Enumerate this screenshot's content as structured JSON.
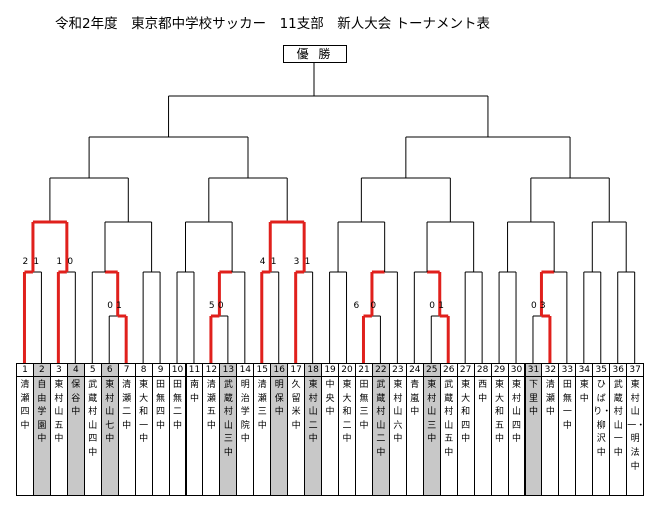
{
  "title": "令和2年度　東京都中学校サッカー　11支部　新人大会 トーナメント表",
  "champion_label": "優 勝",
  "teams": [
    {
      "no": "1",
      "name": "清瀬四中",
      "shaded": false
    },
    {
      "no": "2",
      "name": "自由学園中",
      "shaded": true
    },
    {
      "no": "3",
      "name": "東村山五中",
      "shaded": false
    },
    {
      "no": "4",
      "name": "保谷中",
      "shaded": true
    },
    {
      "no": "5",
      "name": "武蔵村山四中",
      "shaded": false
    },
    {
      "no": "6",
      "name": "東村山七中",
      "shaded": true
    },
    {
      "no": "7",
      "name": "清瀬二中",
      "shaded": false
    },
    {
      "no": "8",
      "name": "東大和一中",
      "shaded": false
    },
    {
      "no": "9",
      "name": "田無四中",
      "shaded": false
    },
    {
      "no": "10",
      "name": "田無二中",
      "shaded": false
    },
    {
      "no": "11",
      "name": "南中",
      "shaded": false
    },
    {
      "no": "12",
      "name": "清瀬五中",
      "shaded": false
    },
    {
      "no": "13",
      "name": "武蔵村山三中",
      "shaded": true
    },
    {
      "no": "14",
      "name": "明治学院中",
      "shaded": false
    },
    {
      "no": "15",
      "name": "清瀬三中",
      "shaded": false
    },
    {
      "no": "16",
      "name": "明保中",
      "shaded": true
    },
    {
      "no": "17",
      "name": "久留米中",
      "shaded": false
    },
    {
      "no": "18",
      "name": "東村山二中",
      "shaded": true
    },
    {
      "no": "19",
      "name": "中央中",
      "shaded": false
    },
    {
      "no": "20",
      "name": "東大和二中",
      "shaded": false
    },
    {
      "no": "21",
      "name": "田無三中",
      "shaded": false
    },
    {
      "no": "22",
      "name": "武蔵村山二中",
      "shaded": true
    },
    {
      "no": "23",
      "name": "東村山六中",
      "shaded": false
    },
    {
      "no": "24",
      "name": "青嵐中",
      "shaded": false
    },
    {
      "no": "25",
      "name": "東村山三中",
      "shaded": true
    },
    {
      "no": "26",
      "name": "武蔵村山五中",
      "shaded": false
    },
    {
      "no": "27",
      "name": "東大和四中",
      "shaded": false
    },
    {
      "no": "28",
      "name": "西中",
      "shaded": false
    },
    {
      "no": "29",
      "name": "東大和五中",
      "shaded": false
    },
    {
      "no": "30",
      "name": "東村山四中",
      "shaded": false
    },
    {
      "no": "31",
      "name": "下里中",
      "shaded": true
    },
    {
      "no": "32",
      "name": "清瀬中",
      "shaded": false
    },
    {
      "no": "33",
      "name": "田無一中",
      "shaded": false
    },
    {
      "no": "34",
      "name": "東中",
      "shaded": false
    },
    {
      "no": "35",
      "name": "ひばり・柳沢中",
      "shaded": false
    },
    {
      "no": "36",
      "name": "武蔵村山一中",
      "shaded": false
    },
    {
      "no": "37",
      "name": "東村山一・明法中",
      "shaded": false
    }
  ],
  "scores": [
    "2",
    "1",
    "1",
    "0",
    "0",
    "1",
    "5",
    "0",
    "4",
    "1",
    "3",
    "1",
    "6",
    "0",
    "0",
    "1",
    "0",
    "3"
  ]
}
